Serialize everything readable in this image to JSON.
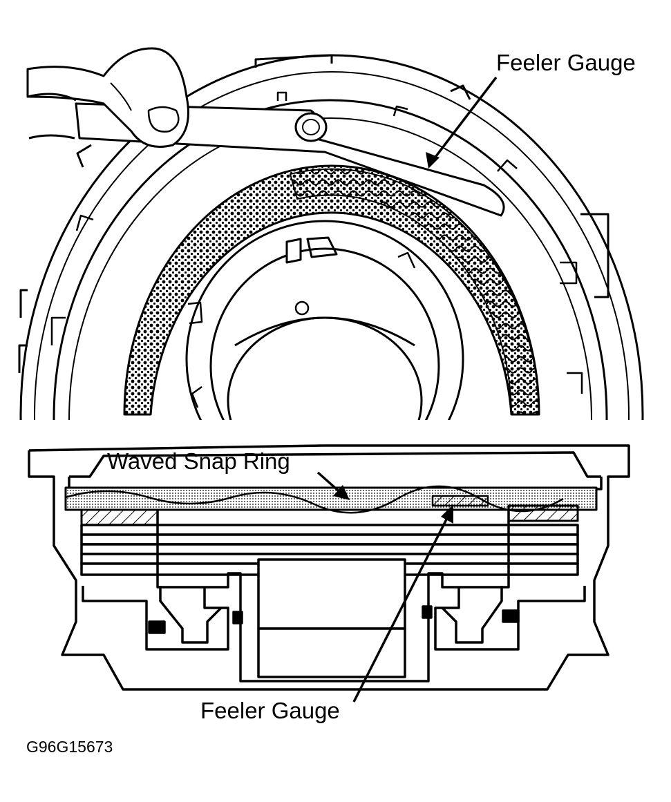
{
  "labels": {
    "feeler_gauge_top": "Feeler Gauge",
    "waved_snap_ring": "Waved Snap Ring",
    "feeler_gauge_bottom": "Feeler Gauge",
    "figure_code": "G96G15673"
  },
  "colors": {
    "ink": "#000000",
    "paper": "#ffffff"
  }
}
